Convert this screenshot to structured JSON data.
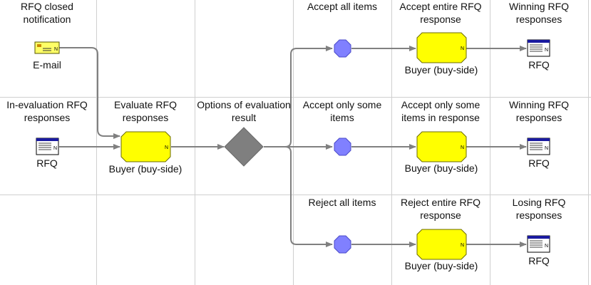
{
  "colors": {
    "grid": "#cfcfcf",
    "connector": "#808080",
    "task_fill": "#ffff00",
    "task_stroke": "#6b6b00",
    "event_fill": "#8080ff",
    "event_stroke": "#4a4ac8",
    "gateway_fill": "#7f7f7f",
    "email_fill": "#ffff66"
  },
  "top_left": {
    "caption": "RFQ closed notification",
    "icon": "email-envelope-icon",
    "label": "E-mail"
  },
  "mid_left": {
    "caption": "In-evaluation RFQ responses",
    "icon": "rfq-document-icon",
    "label": "RFQ"
  },
  "evaluate": {
    "caption": "Evaluate RFQ responses",
    "marker": "N",
    "label": "Buyer (buy-side)"
  },
  "gateway": {
    "caption": "Options of evaluation result",
    "icon": "decision-diamond-icon"
  },
  "branches": [
    {
      "event_caption": "Accept all items",
      "task_caption": "Accept entire RFQ response",
      "task_marker": "N",
      "task_label": "Buyer (buy-side)",
      "output_caption": "Winning RFQ responses",
      "output_label": "RFQ"
    },
    {
      "event_caption": "Accept only some items",
      "task_caption": "Accept only some items in response",
      "task_marker": "N",
      "task_label": "Buyer (buy-side)",
      "output_caption": "Winning RFQ responses",
      "output_label": "RFQ"
    },
    {
      "event_caption": "Reject all items",
      "task_caption": "Reject entire RFQ response",
      "task_marker": "N",
      "task_label": "Buyer (buy-side)",
      "output_caption": "Losing RFQ responses",
      "output_label": "RFQ"
    }
  ]
}
